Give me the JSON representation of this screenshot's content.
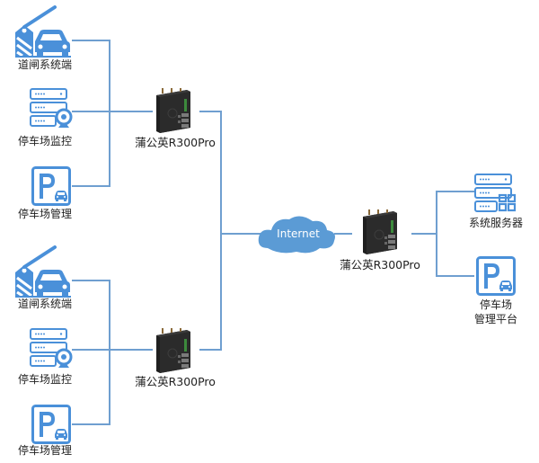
{
  "colors": {
    "line": "#6f9fd0",
    "icon": "#4a90d9",
    "cloud": "#5b9bd5",
    "router_body": "#2b2b2b",
    "text": "#222222"
  },
  "groups": [
    {
      "id": "site-1",
      "devices": [
        {
          "icon": "barrier-car-icon",
          "label": "道闸系统端"
        },
        {
          "icon": "server-camera-icon",
          "label": "停车场监控"
        },
        {
          "icon": "parking-icon",
          "label": "停车场管理"
        }
      ],
      "router_label": "蒲公英R300Pro"
    },
    {
      "id": "site-2",
      "devices": [
        {
          "icon": "barrier-car-icon",
          "label": "道闸系统端"
        },
        {
          "icon": "server-camera-icon",
          "label": "停车场监控"
        },
        {
          "icon": "parking-icon",
          "label": "停车场管理"
        }
      ],
      "router_label": "蒲公英R300Pro"
    }
  ],
  "internet": {
    "icon": "cloud-icon",
    "label": "Internet"
  },
  "hq": {
    "router_label": "蒲公英R300Pro",
    "devices": [
      {
        "icon": "server-grid-icon",
        "label": "系统服务器"
      },
      {
        "icon": "parking-icon",
        "label_line1": "停车场",
        "label_line2": "管理平台"
      }
    ]
  }
}
